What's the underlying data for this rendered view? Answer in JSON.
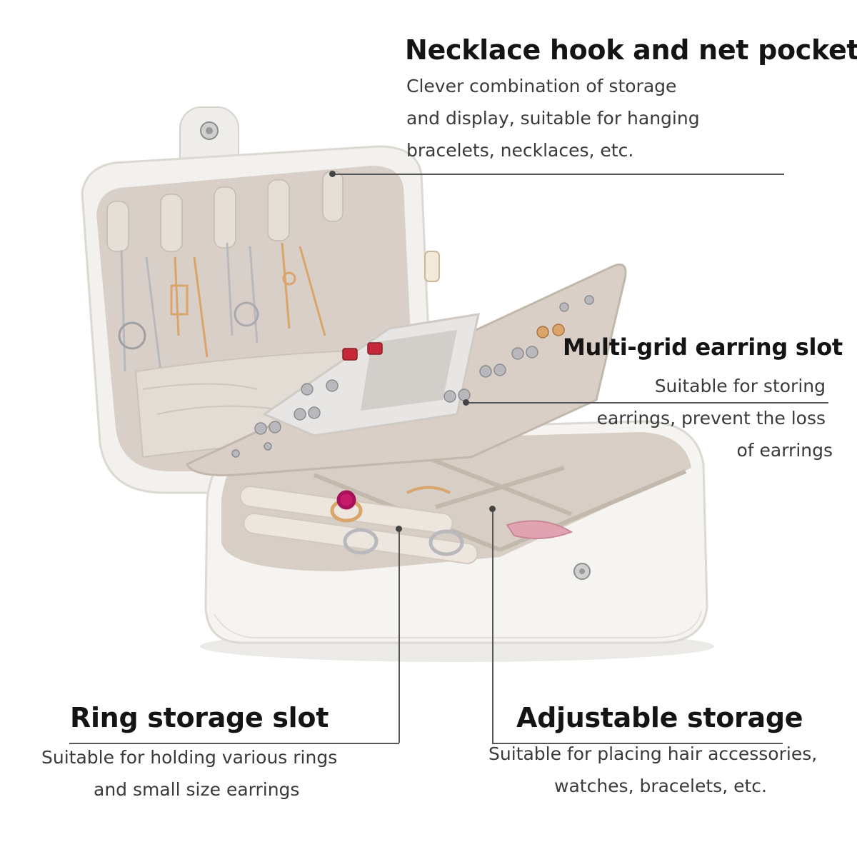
{
  "callouts": {
    "necklace": {
      "title": "Necklace hook and net pocket",
      "lines": [
        "Clever combination of storage",
        "and display, suitable for hanging",
        "bracelets, necklaces, etc."
      ]
    },
    "earring": {
      "title": "Multi-grid earring slot",
      "lines": [
        "Suitable for storing",
        "earrings, prevent the loss",
        "of earrings"
      ]
    },
    "ring": {
      "title": "Ring storage slot",
      "lines": [
        "Suitable for holding various rings",
        "and small size earrings"
      ]
    },
    "adjustable": {
      "title": "Adjustable storage",
      "lines": [
        "Suitable for placing hair accessories,",
        "watches, bracelets, etc."
      ]
    }
  },
  "colors": {
    "case_white": "#f4f2ef",
    "velvet": "#d9d1c9",
    "velvet_dark": "#c7bdb2",
    "gold": "#d9a56b",
    "silver": "#b9b9bd"
  }
}
